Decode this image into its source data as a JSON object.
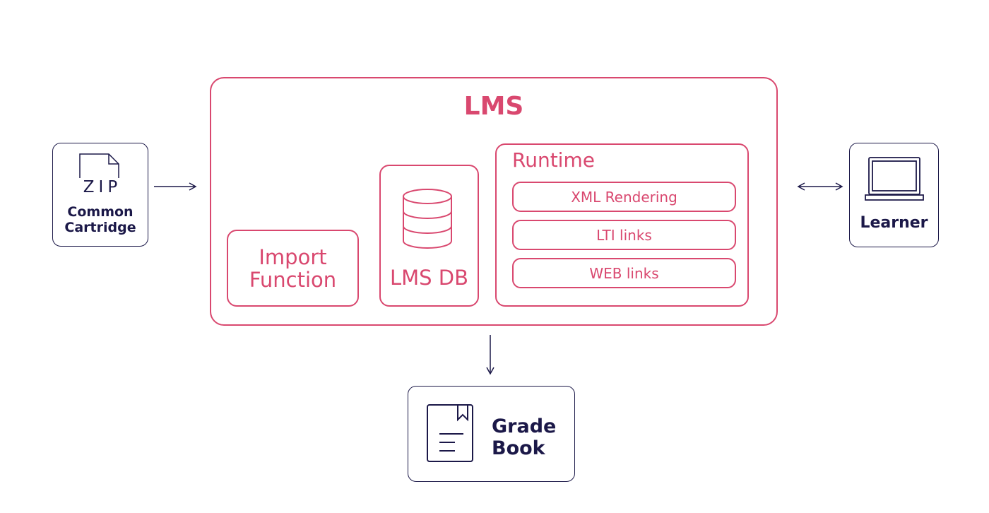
{
  "lms": {
    "title": "LMS",
    "import_function": "Import\nFunction",
    "db_label": "LMS DB",
    "runtime": {
      "title": "Runtime",
      "items": [
        "XML Rendering",
        "LTI links",
        "WEB links"
      ]
    }
  },
  "input": {
    "file_type": "ZIP",
    "label": "Common\nCartridge"
  },
  "learner": {
    "label": "Learner"
  },
  "gradebook": {
    "label": "Grade\nBook"
  },
  "colors": {
    "accent": "#d9486f",
    "navy": "#1b1848"
  },
  "icons": [
    "zip-file-icon",
    "database-icon",
    "laptop-icon",
    "gradebook-document-icon"
  ]
}
